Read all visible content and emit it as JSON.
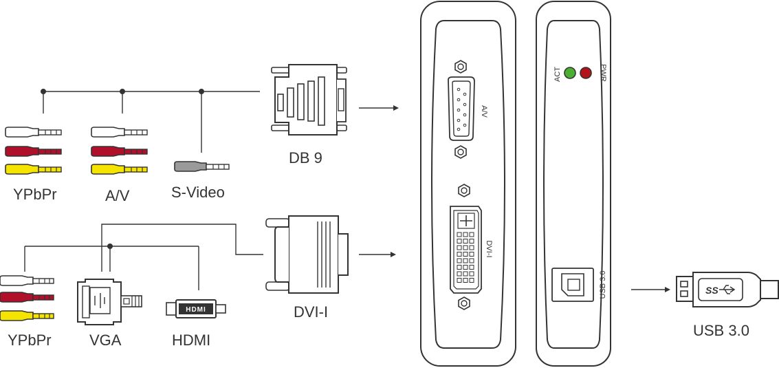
{
  "inputs_top": {
    "ypbpr": "YPbPr",
    "av": "A/V",
    "svideo": "S-Video",
    "connector": "DB 9"
  },
  "inputs_bottom": {
    "ypbpr": "YPbPr",
    "vga": "VGA",
    "hdmi": "HDMI",
    "connector": "DVI-I",
    "hdmi_logo": "HDMI"
  },
  "device_front": {
    "av_port_label": "A/V",
    "dvi_port_label": "DVI-I"
  },
  "device_back": {
    "act_label": "ACT",
    "pwr_label": "PWR",
    "usb_port_label": "USB 3.0"
  },
  "output": {
    "label": "USB 3.0",
    "logo_text": "SS"
  },
  "colors": {
    "rca_white": "#ffffff",
    "rca_red": "#b0102a",
    "rca_yellow": "#f5e400",
    "svideo_gray": "#9a9a9a",
    "led_act": "#4caf32",
    "led_pwr": "#b3121a",
    "line": "#333333"
  }
}
